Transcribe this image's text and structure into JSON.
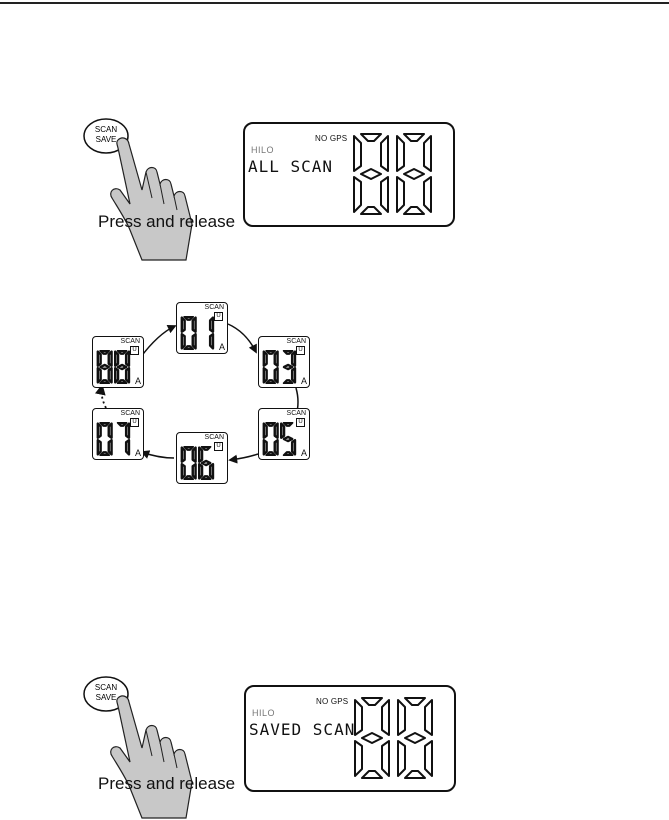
{
  "section_all_scan": {
    "button_label_line1": "SCAN",
    "button_label_line2": "SAVE",
    "press_label": "Press and release",
    "screen": {
      "nogps": "NO GPS",
      "hilo": "HILO",
      "mode": "ALL SCAN",
      "digits": "88"
    }
  },
  "section_cycle": {
    "tiles": [
      {
        "scan": "SCAN",
        "u": "U",
        "digits": "01",
        "suffix": "A"
      },
      {
        "scan": "SCAN",
        "u": "U",
        "digits": "03",
        "suffix": "A"
      },
      {
        "scan": "SCAN",
        "u": "U",
        "digits": "05",
        "suffix": "A"
      },
      {
        "scan": "SCAN",
        "u": "U",
        "digits": "06",
        "suffix": ""
      },
      {
        "scan": "SCAN",
        "u": "U",
        "digits": "07",
        "suffix": "A"
      },
      {
        "scan": "SCAN",
        "u": "U",
        "digits": "88",
        "suffix": "A"
      }
    ]
  },
  "section_saved_scan": {
    "button_label_line1": "SCAN",
    "button_label_line2": "SAVE",
    "press_label": "Press and release",
    "screen": {
      "nogps": "NO GPS",
      "hilo": "HILO",
      "mode": "SAVED SCAN",
      "digits": "88"
    }
  },
  "icons": [
    "hand-pointer-icon",
    "seven-segment-display-icon",
    "cycle-arrow-icon"
  ]
}
